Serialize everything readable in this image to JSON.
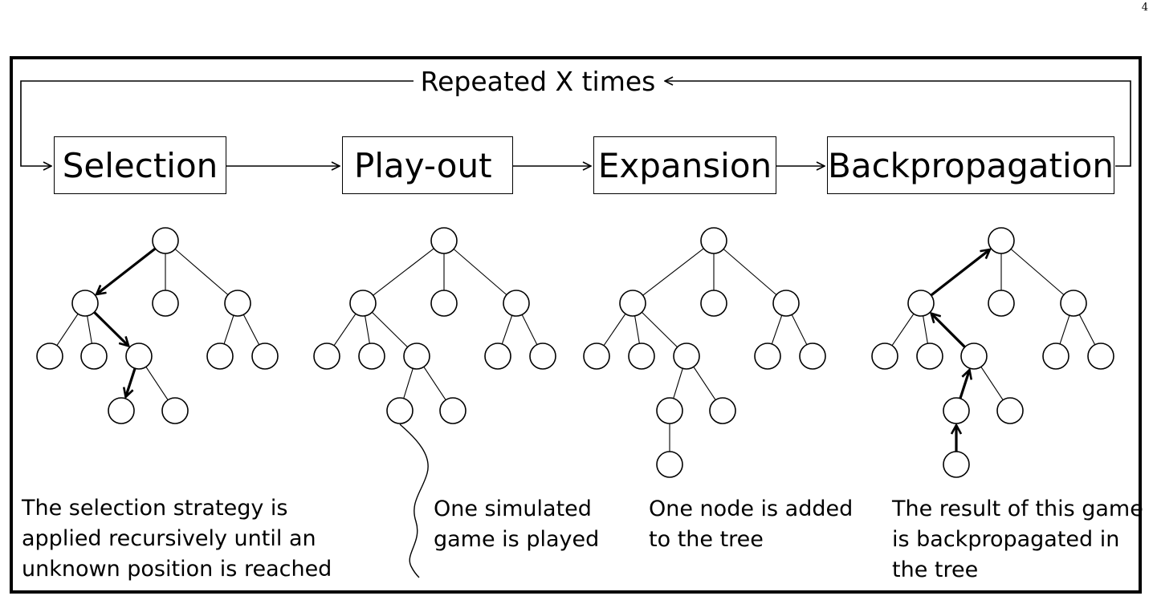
{
  "page_number": "4",
  "loop_label": "Repeated X times",
  "stages": [
    {
      "label": "Selection",
      "caption": [
        "The selection strategy is",
        "applied recursively until an",
        "unknown position is reached"
      ]
    },
    {
      "label": "Play-out",
      "caption": [
        "One simulated",
        "game is played"
      ]
    },
    {
      "label": "Expansion",
      "caption": [
        "One node is added",
        "to the tree"
      ]
    },
    {
      "label": "Backpropagation",
      "caption": [
        "The result of this game",
        "is backpropagated in",
        "the tree"
      ]
    }
  ]
}
